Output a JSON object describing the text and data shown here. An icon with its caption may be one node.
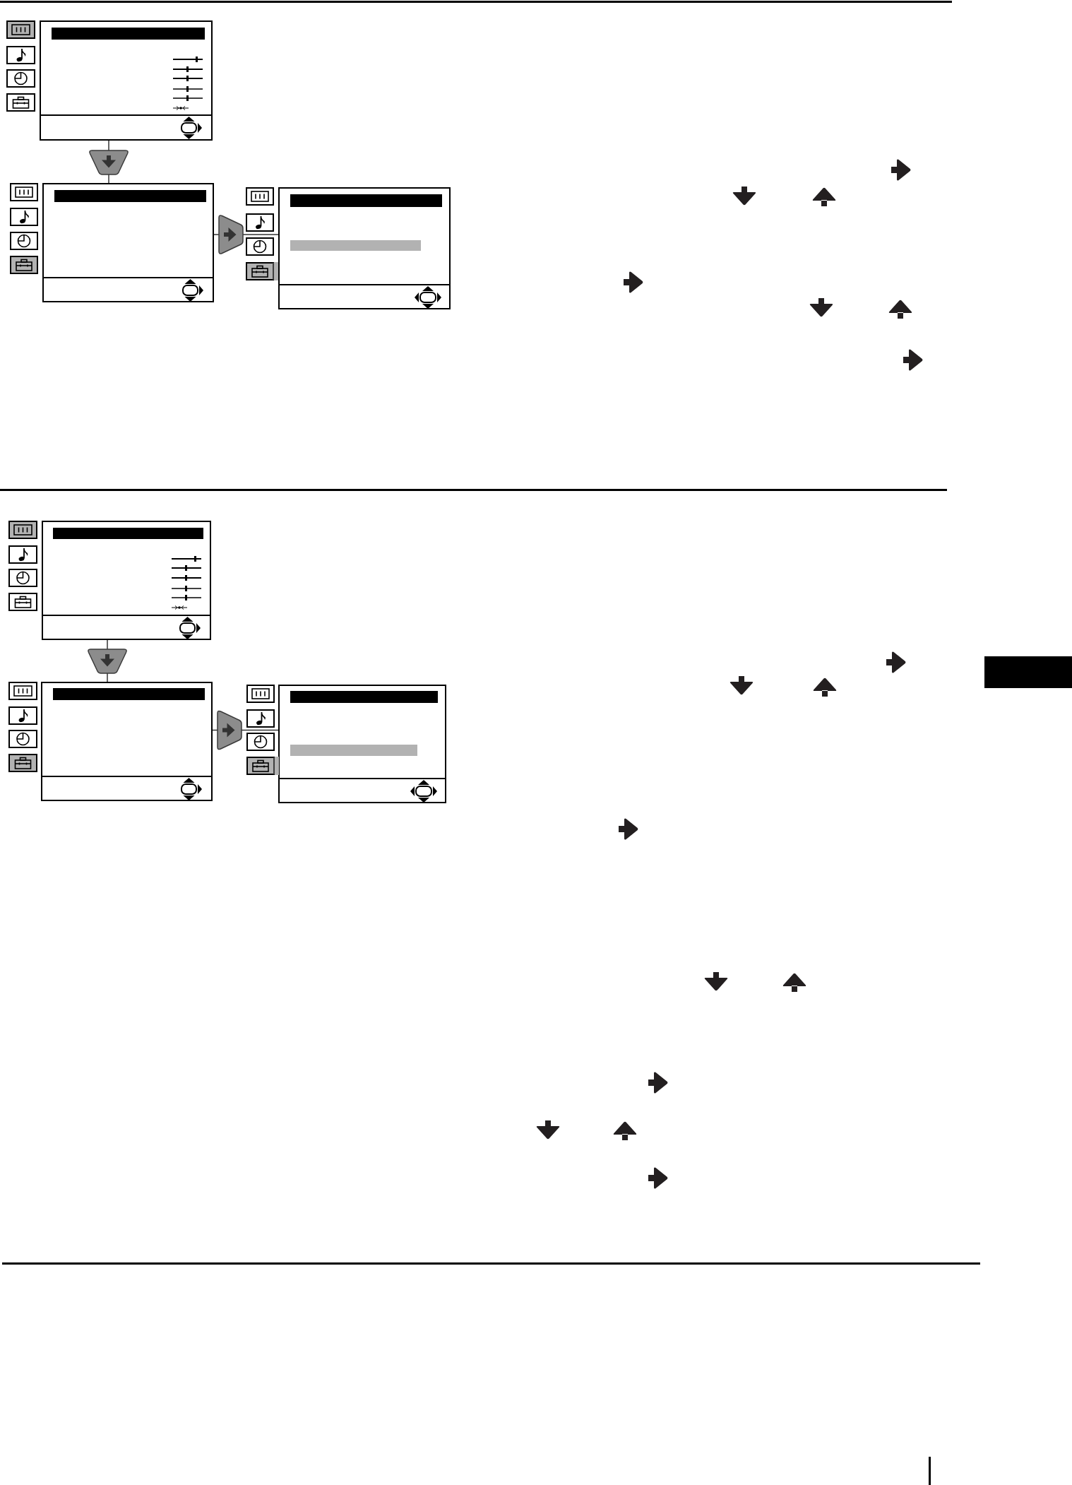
{
  "diagram": {
    "nodes": [
      {
        "text": [],
        "shape": "box"
      },
      {
        "text": [],
        "shape": "bar",
        "in": 0
      },
      {
        "text": [],
        "shape": "box"
      },
      {
        "text": [],
        "shape": "bar",
        "in": 2
      },
      {
        "text": [],
        "shape": "box"
      },
      {
        "text": [],
        "shape": "bar",
        "in": 4
      },
      {
        "text": [],
        "shape": "bar",
        "in": 4
      },
      {
        "text": [],
        "shape": "box"
      },
      {
        "text": [],
        "shape": "bar",
        "in": 7
      },
      {
        "text": [],
        "shape": "box"
      },
      {
        "text": [],
        "shape": "bar",
        "in": 9
      },
      {
        "text": [],
        "shape": "box"
      },
      {
        "text": [],
        "shape": "bar",
        "in": 11
      },
      {
        "text": [],
        "shape": "bar",
        "in": 11
      },
      {
        "text": [],
        "shape": "bar"
      }
    ],
    "edges": [
      {
        "from": 0,
        "to": 2,
        "arrow": "to"
      },
      {
        "from": 2,
        "to": 4,
        "arrow": "to"
      },
      {
        "from": 7,
        "to": 9,
        "arrow": "to"
      },
      {
        "from": 9,
        "to": 11,
        "arrow": "to"
      }
    ]
  }
}
